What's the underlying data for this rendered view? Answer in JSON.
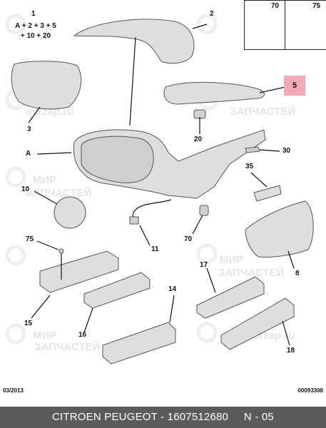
{
  "diagram": {
    "formula_line1": "A + 2 + 3 + 5",
    "formula_line2": "+ 10 + 20",
    "labels": {
      "p1": "1",
      "p2": "2",
      "p3": "3",
      "p5": "5",
      "pA": "A",
      "p10": "10",
      "p11": "11",
      "p20": "20",
      "p30": "30",
      "p35": "35",
      "p70": "70",
      "p8": "8",
      "p75": "75",
      "p15": "15",
      "p16": "16",
      "p14": "14",
      "p17": "17",
      "p18": "18",
      "p70i": "70",
      "p75i": "75"
    },
    "footer_date": "03/2013",
    "footer_code": "00093308"
  },
  "watermark": {
    "w1": "mirzap.ru",
    "w2": "ЗАПЧАСТЕЙ",
    "w3": "МИР",
    "w4": "ЗАПЧАСТЕЙ",
    "w5": "МИР",
    "w6": "ЗАПЧАСТЕЙ",
    "w7": "МИР",
    "w8": "ЗАПЧАСТЕЙ",
    "w9": "mirzap.ru"
  },
  "bottom_bar": {
    "caption": "CITROEN PEUGEOT - 1607512680     N - 05"
  },
  "colors": {
    "part_fill": "#dedede",
    "part_stroke": "#555555",
    "highlight": "#f2a9b4",
    "bar": "#5b5b5b"
  }
}
